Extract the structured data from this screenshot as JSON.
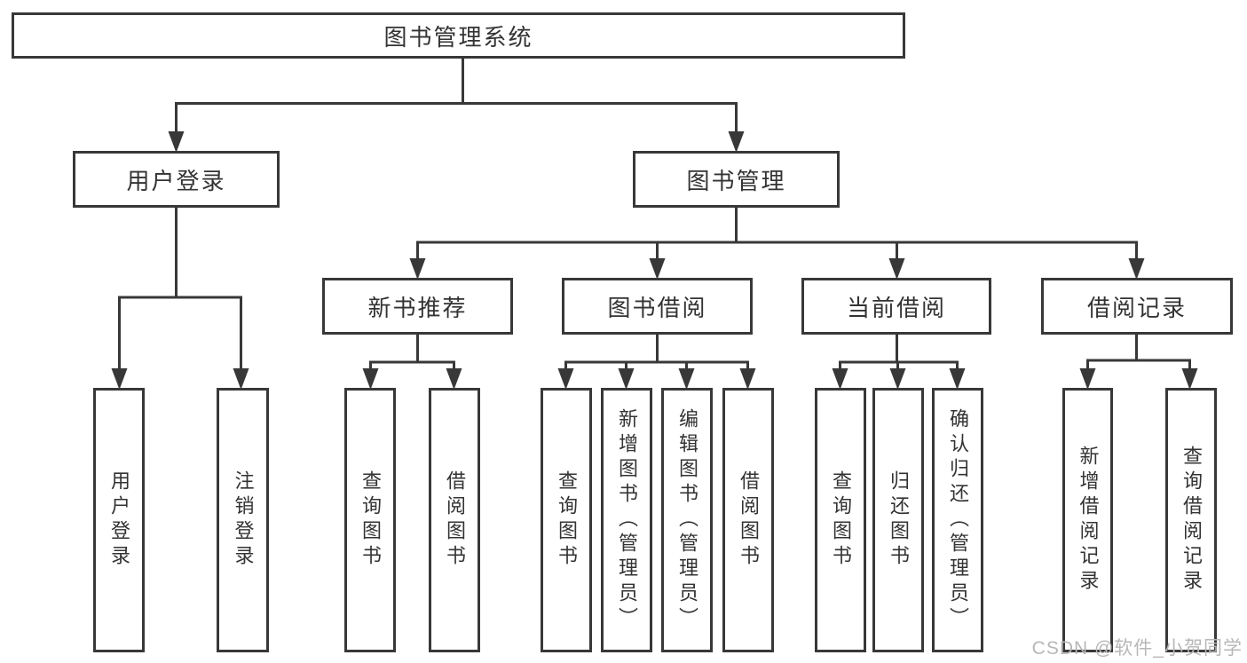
{
  "tree": {
    "label": "图书管理系统",
    "children": [
      {
        "label": "用户登录",
        "children": [
          {
            "label": "用户登录"
          },
          {
            "label": "注销登录"
          }
        ]
      },
      {
        "label": "图书管理",
        "children": [
          {
            "label": "新书推荐",
            "children": [
              {
                "label": "查询图书"
              },
              {
                "label": "借阅图书"
              }
            ]
          },
          {
            "label": "图书借阅",
            "children": [
              {
                "label": "查询图书"
              },
              {
                "label": "新增图书（管理员）"
              },
              {
                "label": "编辑图书（管理员）"
              },
              {
                "label": "借阅图书"
              }
            ]
          },
          {
            "label": "当前借阅",
            "children": [
              {
                "label": "查询图书"
              },
              {
                "label": "归还图书"
              },
              {
                "label": "确认归还（管理员）"
              }
            ]
          },
          {
            "label": "借阅记录",
            "children": [
              {
                "label": "新增借阅记录"
              },
              {
                "label": "查询借阅记录"
              }
            ]
          }
        ]
      }
    ]
  },
  "watermark": {
    "text": "CSDN @软件_小贺同学"
  },
  "colors": {
    "line": "#383838",
    "box_border": "#383838",
    "box_fill": "#ffffff",
    "text": "#333333",
    "watermark": "#b7b7b7"
  }
}
